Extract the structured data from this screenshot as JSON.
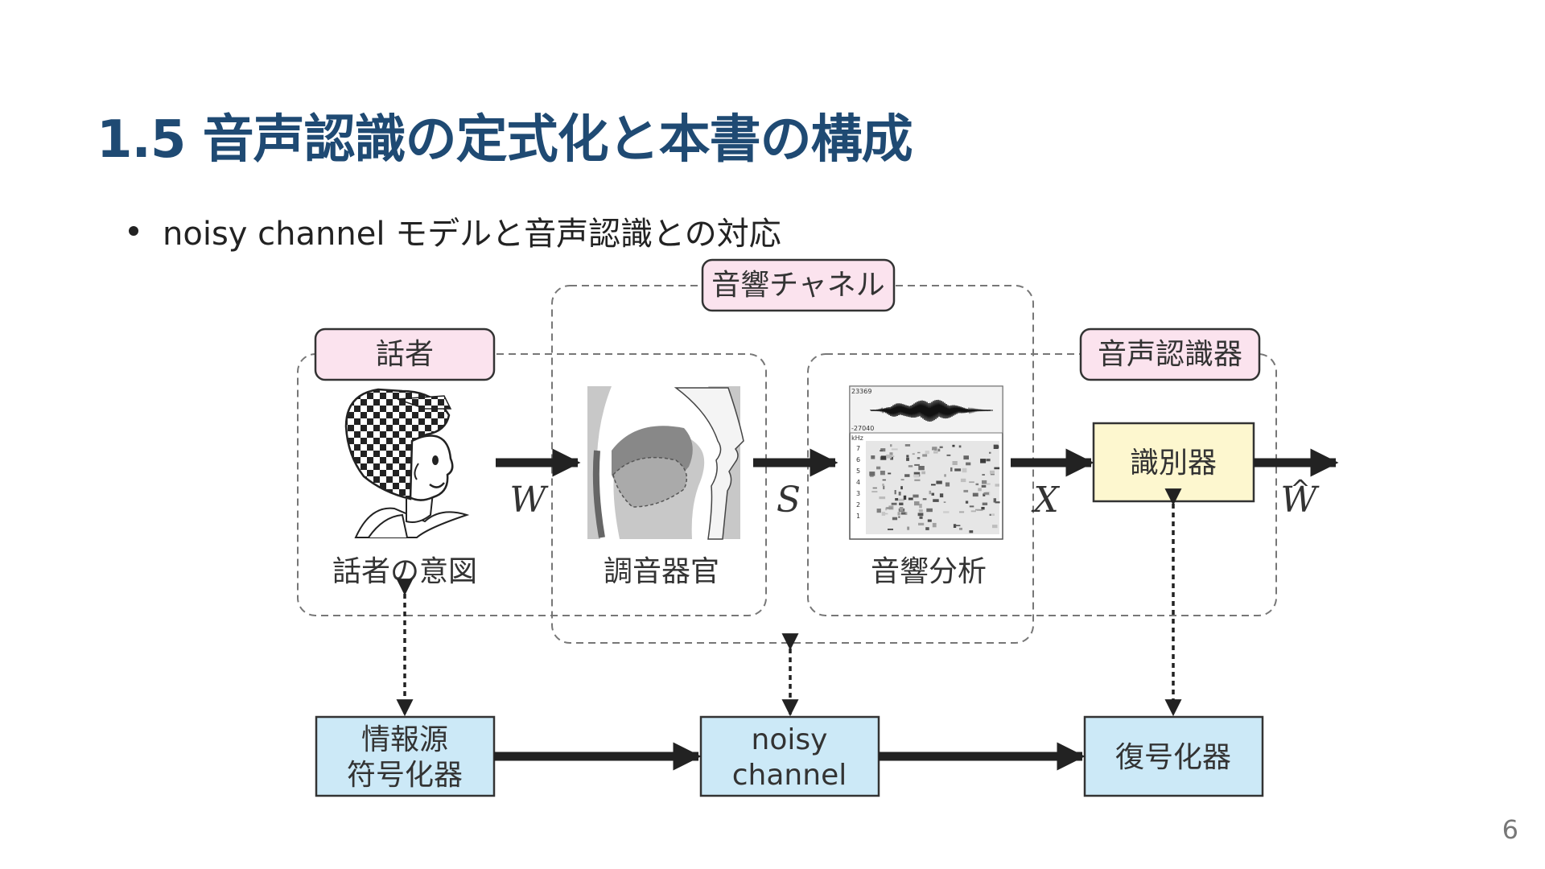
{
  "slide": {
    "title": "1.5 音声認識の定式化と本書の構成",
    "bullet": "noisy channel モデルと音声認識との対応",
    "page_number": "6"
  },
  "diagram": {
    "groups": {
      "speaker": "話者",
      "acoustic_channel": "音響チャネル",
      "recognizer": "音声認識器"
    },
    "captions": {
      "speaker_intent": "話者の意図",
      "articulators": "調音器官",
      "acoustic_analysis": "音響分析"
    },
    "variables": {
      "w": "W",
      "s": "S",
      "x": "X",
      "w_hat": "W",
      "hat_mark": "^"
    },
    "classifier": "識別器",
    "bottom_boxes": {
      "source_encoder_line1": "情報源",
      "source_encoder_line2": "符号化器",
      "noisy_line1": "noisy",
      "noisy_line2": "channel",
      "decoder": "復号化器"
    },
    "spectrogram_labels": {
      "wave_top": "23369",
      "wave_bottom": "-27040",
      "freq_unit": "kHz",
      "freq_ticks": [
        "7",
        "6",
        "5",
        "4",
        "3",
        "2",
        "1"
      ]
    },
    "icons": {
      "speaker": "person-head-icon",
      "articulators": "vocal-tract-icon",
      "spectrogram": "spectrogram-icon"
    },
    "colors": {
      "title": "#1f4a73",
      "pink_label_fill": "#fbe3ee",
      "classifier_fill": "#fdf7cf",
      "blue_box_fill": "#cce9f7"
    }
  }
}
